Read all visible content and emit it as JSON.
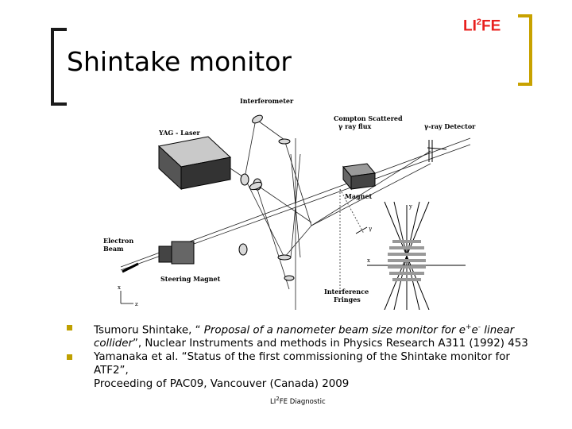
{
  "logo": {
    "prefix": "LI",
    "sup": "2",
    "suffix": "FE"
  },
  "title": "Shintake monitor",
  "diagram": {
    "labels": {
      "interferometer": "Interferometer",
      "yag_laser": "YAG - Laser",
      "compton_line1": "Compton Scattered",
      "compton_line2": "γ ray flux",
      "gamma_detector": "γ-ray Detector",
      "magnet": "Magnet",
      "electron_beam_line1": "Electron",
      "electron_beam_line2": "Beam",
      "steering_magnet": "Steering Magnet",
      "interference_line1": "Interference",
      "interference_line2": "Fringes",
      "axis_y": "y",
      "axis_x": "x",
      "axis_gamma": "γ",
      "coord_x": "x",
      "coord_z": "z"
    }
  },
  "references": [
    {
      "lines": [
        [
          {
            "t": "Tsumoru Shintake, “ ",
            "i": false
          },
          {
            "t": "Proposal of a nanometer beam size monitor for e",
            "i": true
          },
          {
            "t": "+",
            "i": true,
            "sup": true
          },
          {
            "t": "e",
            "i": true
          },
          {
            "t": "-",
            "i": true,
            "sup": true
          },
          {
            "t": " linear",
            "i": true
          }
        ],
        [
          {
            "t": "collider",
            "i": true
          },
          {
            "t": "”, Nuclear Instruments and methods in Physics Research A311 (1992) 453",
            "i": false
          }
        ]
      ]
    },
    {
      "lines": [
        [
          {
            "t": "Yamanaka et al. “Status of the first commissioning of the Shintake monitor for ATF2”,",
            "i": false
          }
        ],
        [
          {
            "t": "Proceeding of PAC09, Vancouver (Canada) 2009",
            "i": false
          }
        ]
      ]
    }
  ],
  "footer": {
    "prefix": "LI",
    "sup": "2",
    "suffix": "FE Diagnostic"
  }
}
